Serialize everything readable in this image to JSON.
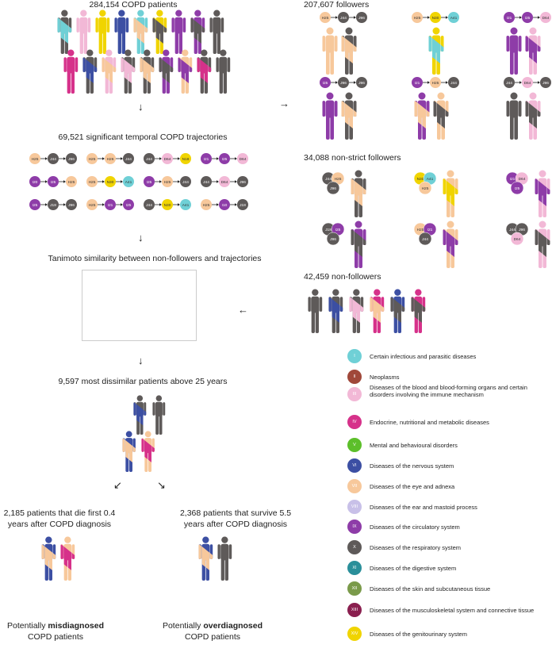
{
  "sections": {
    "copd_patients": "284,154 COPD patients",
    "followers": "207,607 followers",
    "significant": "69,521 significant temporal COPD trajectories",
    "non_strict": "34,088 non-strict followers",
    "tanimoto": "Tanimoto similarity between non-followers and trajectories",
    "non_followers": "42,459 non-followers",
    "dissimilar": "9,597 most dissimilar patients above 25 years",
    "die_first_line1": "2,185 patients that die first 0.4",
    "die_first_line2": "years after COPD diagnosis",
    "survive_line1": "2,368 patients that survive 5.5",
    "survive_line2": "years after COPD diagnosis",
    "misdiag_prefix": "Potentially ",
    "misdiag_bold": "misdiagnosed",
    "misdiag_line2": "COPD patients",
    "overdiag_prefix": "Potentially ",
    "overdiag_bold": "overdiagnosed",
    "overdiag_line2": "COPD patients"
  },
  "arrows": {
    "down": "↓",
    "right": "→",
    "left": "←",
    "down_left": "↙",
    "down_right": "↘"
  },
  "colors": {
    "I": "#6fd0d6",
    "II": "#a0483a",
    "III": "#f2b8d6",
    "IV": "#d6318a",
    "V": "#5cbf2a",
    "VI": "#3c4fa3",
    "VII": "#f7c89b",
    "VIII": "#c8c0e8",
    "IX": "#8e3ca8",
    "X": "#5e5a59",
    "XI": "#2a8f9a",
    "XII": "#7a9a4a",
    "XIII": "#8a1f4f",
    "XIV": "#f0d400"
  },
  "legend": [
    {
      "numeral": "I",
      "label": "Certain infectious and parasitic diseases"
    },
    {
      "numeral": "II",
      "label": "Neoplasms"
    },
    {
      "numeral": "III",
      "label": "Diseases of the blood and blood-forming organs and certain disorders involving the immune mechanism"
    },
    {
      "numeral": "IV",
      "label": "Endocrine, nutritional and metabolic diseases"
    },
    {
      "numeral": "V",
      "label": "Mental and behavioural disorders"
    },
    {
      "numeral": "VI",
      "label": "Diseases of the nervous system"
    },
    {
      "numeral": "VII",
      "label": "Diseases of the eye and adnexa"
    },
    {
      "numeral": "VIII",
      "label": "Diseases of the ear and mastoid process"
    },
    {
      "numeral": "IX",
      "label": "Diseases of the circulatory system"
    },
    {
      "numeral": "X",
      "label": "Diseases of the respiratory system"
    },
    {
      "numeral": "XI",
      "label": "Diseases of the digestive system"
    },
    {
      "numeral": "XII",
      "label": "Diseases of the skin and subcutaneous tissue"
    },
    {
      "numeral": "XIII",
      "label": "Diseases of the musculoskeletal system and connective tissue"
    },
    {
      "numeral": "XIV",
      "label": "Diseases of the genitourinary system"
    }
  ],
  "trajectories": [
    [
      "H25",
      "J44",
      "J96"
    ],
    [
      "H25",
      "H26",
      "J44"
    ],
    [
      "J44",
      "D64",
      "N18"
    ],
    [
      "I21",
      "I25",
      "D64"
    ],
    [
      "I20",
      "I25",
      "H25"
    ],
    [
      "H25",
      "N30",
      "A41"
    ],
    [
      "I25",
      "H25",
      "J44"
    ],
    [
      "J44",
      "D64",
      "J96"
    ],
    [
      "I25",
      "J18",
      "J96"
    ],
    [
      "H25",
      "I21",
      "I25"
    ],
    [
      "J44",
      "N30",
      "A41"
    ],
    [
      "H25",
      "I10",
      "J18"
    ]
  ],
  "follower_chains": [
    [
      "H25",
      "J44",
      "J96"
    ],
    [
      "H25",
      "N30",
      "A41"
    ],
    [
      "I21",
      "I25",
      "D64"
    ],
    [
      "I25",
      "J96",
      "J96"
    ],
    [
      "I21",
      "H25",
      "J44"
    ],
    [
      "J44",
      "D64",
      "J96"
    ]
  ],
  "nonstrict_clusters": [
    [
      "J44",
      "H25",
      "J96"
    ],
    [
      "N30",
      "A41",
      "H25"
    ],
    [
      "I21",
      "D64",
      "I25"
    ],
    [
      "J18",
      "I25",
      "J96"
    ],
    [
      "H25",
      "I21",
      "J44"
    ],
    [
      "J44",
      "J96",
      "D64"
    ]
  ]
}
